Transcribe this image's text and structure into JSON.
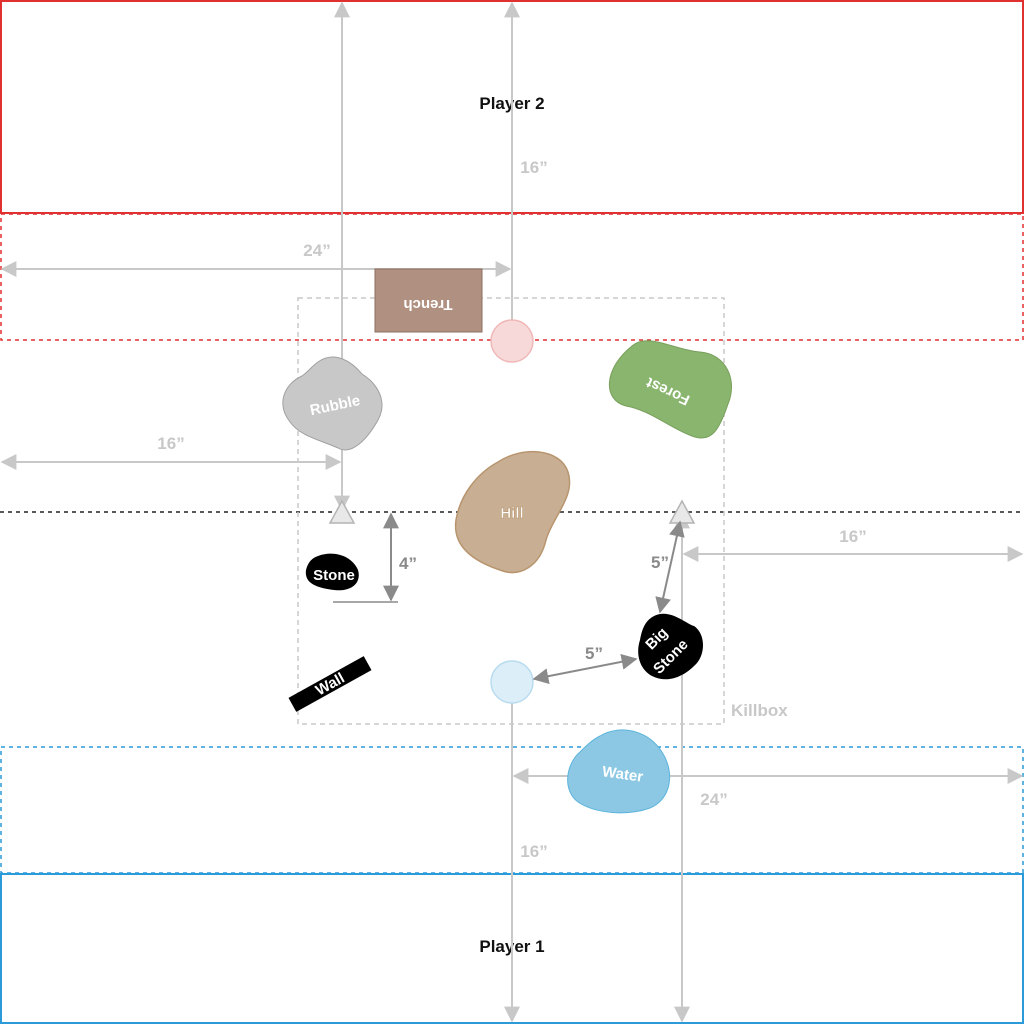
{
  "players": {
    "player2": "Player 2",
    "player1": "Player 1"
  },
  "measurements": {
    "top_depth": "16”",
    "top_left_width": "24”",
    "left_distance": "16”",
    "right_distance": "16”",
    "stone_to_center": "4”",
    "objective_to_big_stone": "5”",
    "marker_to_big_stone": "5”",
    "bottom_right_width": "24”",
    "bottom_depth": "16”"
  },
  "terrain": {
    "trench": "Trench",
    "rubble": "Rubble",
    "forest": "Forest",
    "hill": "Hill",
    "stone": "Stone",
    "big_stone_line1": "Big",
    "big_stone_line2": "Stone",
    "wall": "Wall",
    "water": "Water"
  },
  "zones": {
    "killbox": "Killbox"
  },
  "colors": {
    "player2_zone": "#e03030",
    "player1_zone": "#2a9ad8",
    "trench": "#b09080",
    "rubble": "#c8c8c8",
    "forest": "#8ab56e",
    "hill": "#c8ae92",
    "stone": "#000000",
    "water": "#8cc8e4",
    "objective_red": "#f7d9d9",
    "objective_blue": "#dceef7",
    "measure_light": "#c8c8c8",
    "measure_dark": "#8a8a8a"
  },
  "icons": [
    "objective-marker-icon",
    "triangle-marker-icon",
    "arrow-icon"
  ]
}
